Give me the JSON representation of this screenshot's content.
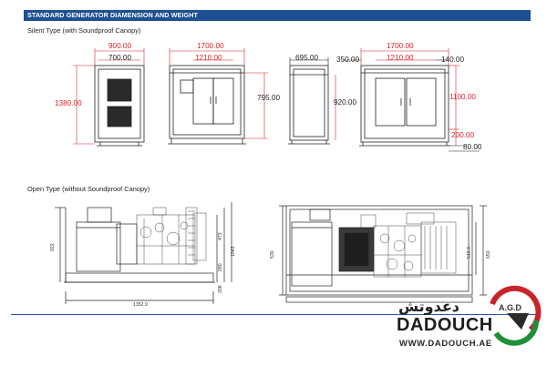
{
  "header": {
    "title": "STANDARD GENERATOR DIAMENSION AND WEIGHT"
  },
  "silent": {
    "title": "Silent Type (with Soundproof Canopy)",
    "front": {
      "outer_width": "900.00",
      "inner_width": "700.00",
      "height": "1380.00"
    },
    "side": {
      "outer_width": "1700.00",
      "inner_width": "1210.00",
      "height": "795.00"
    },
    "end": {
      "width": "695.00",
      "height": "920.00"
    },
    "side2": {
      "left_offset": "350.00",
      "outer_width": "1700.00",
      "inner_width": "1210.00",
      "right_offset": "140.00",
      "height": "1100.00",
      "base_height": "200.00",
      "foot": "80.00"
    }
  },
  "open": {
    "title": "Open Type (without Soundproof Canopy)",
    "front": {
      "height_a": "922",
      "height_b": "1043",
      "height_c": "473",
      "height_d": "280",
      "height_e": "208",
      "width": "1352.9"
    },
    "top": {
      "depth": "530",
      "inner": "519.9",
      "outer": "650"
    }
  },
  "brand": {
    "arabic": "دعدوتش",
    "name": "DADOUCH",
    "agd": "A.G.D",
    "url": "WWW.DADOUCH.AE"
  },
  "colors": {
    "header_bar": "#1f4f93",
    "dimension_red": "#d8232a",
    "footer_line": "#2b55a5"
  }
}
